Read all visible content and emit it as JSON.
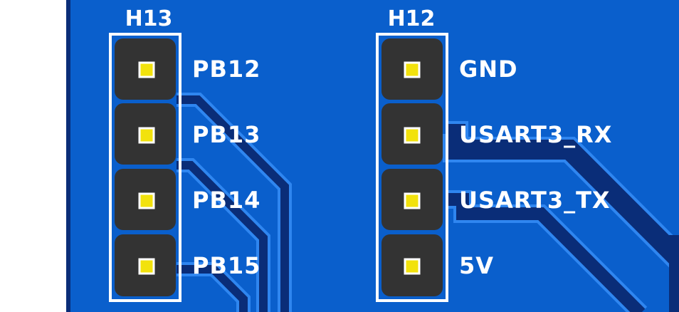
{
  "board": {
    "colors": {
      "copper_pour": "#0a5fcc",
      "trace_dark": "#0a2d78",
      "trace_light": "#2f86f0",
      "header_body": "#333333",
      "pad": "#f2e20c",
      "silkscreen": "#ffffff"
    }
  },
  "headers": [
    {
      "ref": "H13",
      "pins": [
        {
          "label": "PB12"
        },
        {
          "label": "PB13"
        },
        {
          "label": "PB14"
        },
        {
          "label": "PB15"
        }
      ]
    },
    {
      "ref": "H12",
      "pins": [
        {
          "label": "GND"
        },
        {
          "label": "USART3_RX"
        },
        {
          "label": "USART3_TX"
        },
        {
          "label": "5V"
        }
      ]
    }
  ]
}
